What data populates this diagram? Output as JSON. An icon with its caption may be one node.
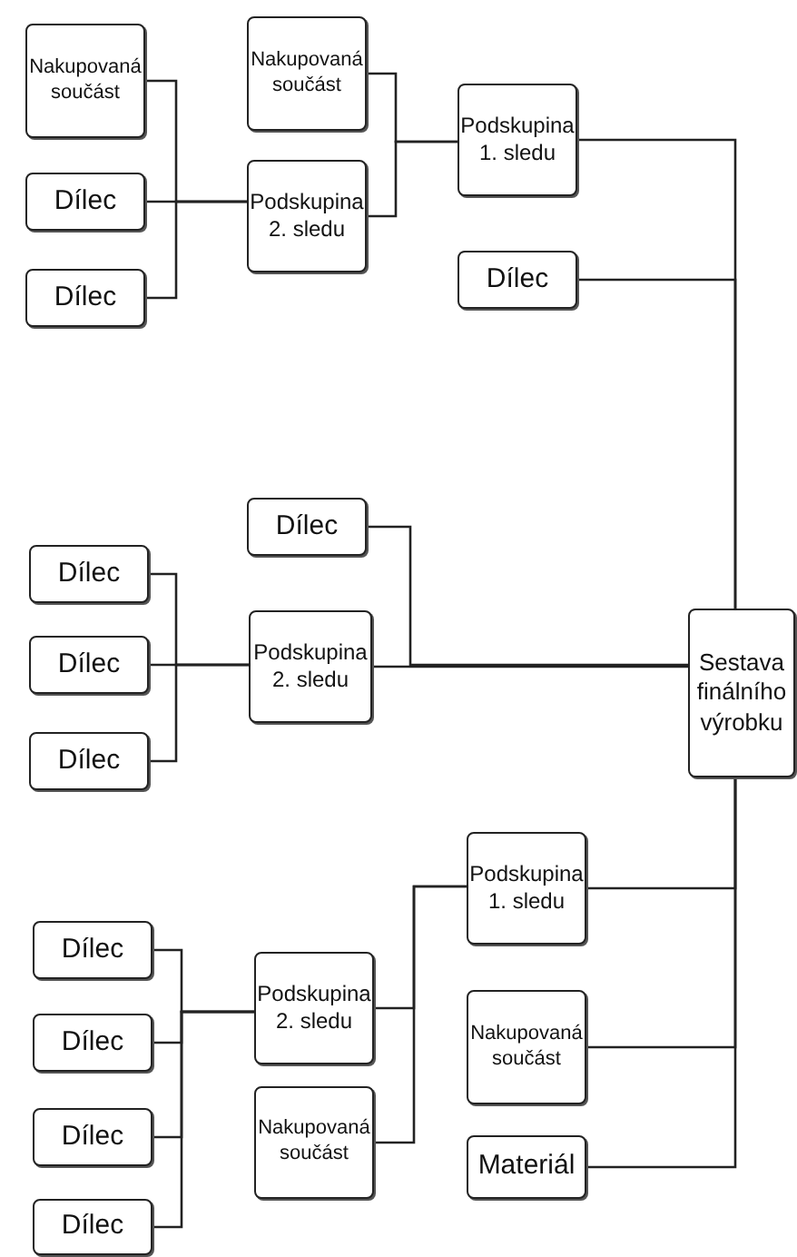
{
  "diagram": {
    "nodes": [
      {
        "text": [
          "Nakupovaná součást"
        ]
      },
      {
        "text": [
          "Dílec"
        ]
      },
      {
        "text": [
          "Dílec"
        ]
      },
      {
        "text": [
          "Nakupovaná součást"
        ]
      },
      {
        "text": [
          "Podskupina 2. sledu"
        ]
      },
      {
        "text": [
          "Podskupina 1. sledu"
        ]
      },
      {
        "text": [
          "Dílec"
        ]
      },
      {
        "text": [
          "Dílec"
        ]
      },
      {
        "text": [
          "Dílec"
        ]
      },
      {
        "text": [
          "Dílec"
        ]
      },
      {
        "text": [
          "Dílec"
        ]
      },
      {
        "text": [
          "Podskupina 2. sledu"
        ]
      },
      {
        "text": [
          "Sestava finálního výrobku"
        ]
      },
      {
        "text": [
          "Podskupina 1. sledu"
        ]
      },
      {
        "text": [
          "Dílec"
        ]
      },
      {
        "text": [
          "Dílec"
        ]
      },
      {
        "text": [
          "Dílec"
        ]
      },
      {
        "text": [
          "Dílec"
        ]
      },
      {
        "text": [
          "Podskupina 2. sledu"
        ]
      },
      {
        "text": [
          "Nakupovaná součást"
        ]
      },
      {
        "text": [
          "Nakupovaná součást"
        ]
      },
      {
        "text": [
          "Materiál"
        ]
      }
    ],
    "edges": [
      {
        "from": 0,
        "to": 4,
        "arrow": "none"
      },
      {
        "from": 1,
        "to": 4,
        "arrow": "none"
      },
      {
        "from": 2,
        "to": 4,
        "arrow": "none"
      },
      {
        "from": 3,
        "to": 5,
        "arrow": "none"
      },
      {
        "from": 4,
        "to": 5,
        "arrow": "none"
      },
      {
        "from": 5,
        "to": 12,
        "arrow": "none"
      },
      {
        "from": 6,
        "to": 12,
        "arrow": "none"
      },
      {
        "from": 7,
        "to": 12,
        "arrow": "none"
      },
      {
        "from": 8,
        "to": 11,
        "arrow": "none"
      },
      {
        "from": 9,
        "to": 11,
        "arrow": "none"
      },
      {
        "from": 10,
        "to": 11,
        "arrow": "none"
      },
      {
        "from": 11,
        "to": 12,
        "arrow": "none"
      },
      {
        "from": 14,
        "to": 18,
        "arrow": "none"
      },
      {
        "from": 15,
        "to": 18,
        "arrow": "none"
      },
      {
        "from": 16,
        "to": 18,
        "arrow": "none"
      },
      {
        "from": 17,
        "to": 18,
        "arrow": "none"
      },
      {
        "from": 18,
        "to": 13,
        "arrow": "none"
      },
      {
        "from": 19,
        "to": 13,
        "arrow": "none"
      },
      {
        "from": 13,
        "to": 12,
        "arrow": "none"
      },
      {
        "from": 20,
        "to": 12,
        "arrow": "none"
      },
      {
        "from": 21,
        "to": 12,
        "arrow": "none"
      }
    ]
  }
}
